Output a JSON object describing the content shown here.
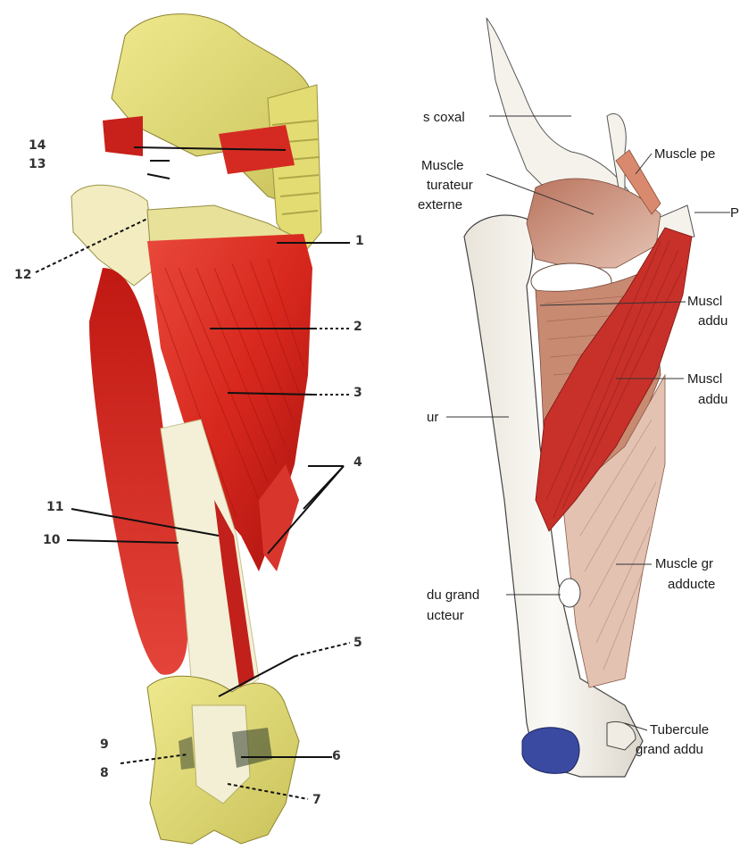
{
  "figure_left": {
    "numbers": {
      "n1": "1",
      "n2": "2",
      "n3": "3",
      "n4": "4",
      "n5": "5",
      "n6": "6",
      "n7": "7",
      "n8": "8",
      "n9": "9",
      "n10": "10",
      "n11": "11",
      "n12": "12",
      "n13": "13",
      "n14": "14"
    }
  },
  "figure_right": {
    "labels": {
      "os_coxal": "s coxal",
      "obturateur_1": "Muscle",
      "obturateur_2": "turateur",
      "obturateur_3": "externe",
      "pectine": "Muscle pe",
      "p_cut": "P",
      "add_court_1": "Muscl",
      "add_court_2": "addu",
      "add_long_1": "Muscl",
      "add_long_2": "addu",
      "femur": "ur",
      "grand_add_1": "Muscle gr",
      "grand_add_2": "adducte",
      "hiatus_1": "du grand",
      "hiatus_2": "ucteur",
      "tubercule_1": "Tubercule",
      "tubercule_2": "grand addu"
    }
  },
  "colors": {
    "bone_yellow": "#e6e07a",
    "muscle_red": "#d8281e",
    "bone_white": "#f4f1ea",
    "muscle_brown": "#c98a72",
    "cartilage_blue": "#3a4aa0"
  }
}
